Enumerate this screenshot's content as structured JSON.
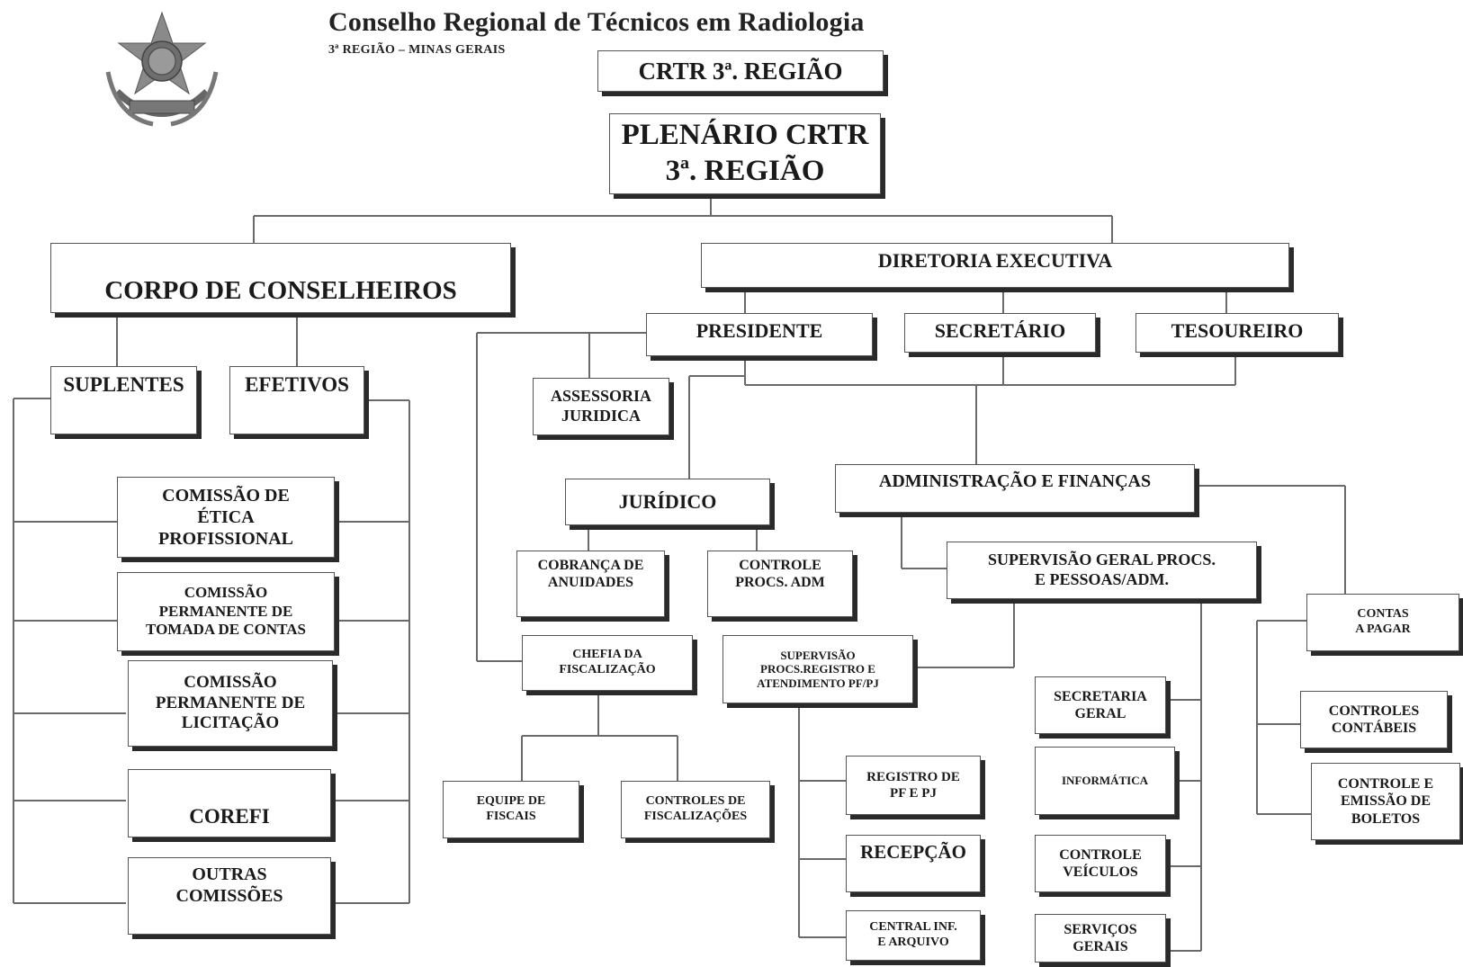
{
  "header": {
    "title": "Conselho Regional de Técnicos em Radiologia",
    "subtitle": "3ª REGIÃO – MINAS GERAIS",
    "seal_icon": "brasil-coat-of-arms-icon"
  },
  "nodes": {
    "crtr": "CRTR 3ª. REGIÃO",
    "plenario": "PLENÁRIO CRTR\n3ª. REGIÃO",
    "corpo": "CORPO DE CONSELHEIROS",
    "diretoria": "DIRETORIA EXECUTIVA",
    "presidente": "PRESIDENTE",
    "secretario": "SECRETÁRIO",
    "tesoureiro": "TESOUREIRO",
    "suplentes": "SUPLENTES",
    "efetivos": "EFETIVOS",
    "comissao_etica": "COMISSÃO DE\nÉTICA\nPROFISSIONAL",
    "comissao_contas": "COMISSÃO\nPERMANENTE DE\nTOMADA DE CONTAS",
    "comissao_licitacao": "COMISSÃO\nPERMANENTE DE\nLICITAÇÃO",
    "corefi": "COREFI",
    "outras": "OUTRAS\nCOMISSÕES",
    "assessoria": "ASSESSORIA\nJURIDICA",
    "juridico": "JURÍDICO",
    "cobranca": "COBRANÇA DE\nANUIDADES",
    "controle_procs": "CONTROLE\nPROCS. ADM",
    "chefia": "CHEFIA DA\nFISCALIZAÇÃO",
    "equipe": "EQUIPE DE\nFISCAIS",
    "controles_fisc": "CONTROLES DE\nFISCALIZAÇÕES",
    "adm_fin": "ADMINISTRAÇÃO E FINANÇAS",
    "supervisao_geral": "SUPERVISÃO GERAL PROCS.\nE PESSOAS/ADM.",
    "supervisao_procs": "SUPERVISÃO\nPROCS.REGISTRO E\nATENDIMENTO PF/PJ",
    "registro": "REGISTRO DE\nPF E PJ",
    "recepcao": "RECEPÇÃO",
    "central": "CENTRAL INF.\nE ARQUIVO",
    "secretaria": "SECRETARIA\nGERAL",
    "informatica": "INFORMÁTICA",
    "controle_veiculos": "CONTROLE\nVEÍCULOS",
    "servicos": "SERVIÇOS\nGERAIS",
    "contas_pagar": "CONTAS\nA PAGAR",
    "controles_contabeis": "CONTROLES\nCONTÁBEIS",
    "controle_boletos": "CONTROLE E\nEMISSÃO DE\nBOLETOS"
  }
}
